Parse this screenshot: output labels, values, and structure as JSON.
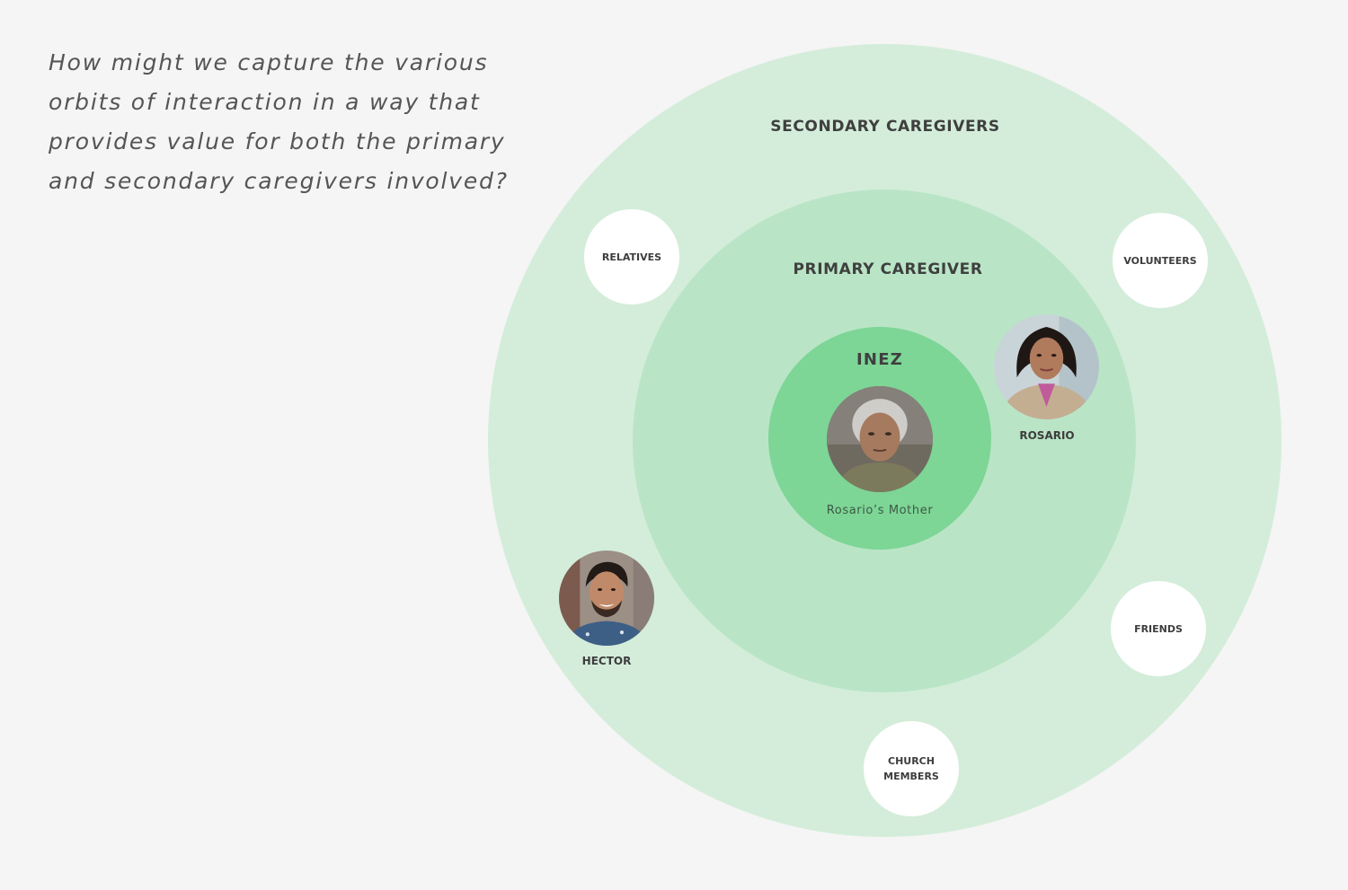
{
  "question": "How might we capture the various orbits of interaction in a way that provides value for both the primary and secondary caregivers involved?",
  "rings": {
    "secondary_title": "SECONDARY CAREGIVERS",
    "primary_title": "PRIMARY CAREGIVER",
    "center_title": "INEZ"
  },
  "center": {
    "subtitle": "Rosario’s Mother"
  },
  "people": {
    "rosario": "ROSARIO",
    "hector": "HECTOR"
  },
  "groups": {
    "relatives": "RELATIVES",
    "volunteers": "VOLUNTEERS",
    "friends": "FRIENDS",
    "church_members": "CHURCH\nMEMBERS"
  },
  "colors": {
    "background": "#f5f5f5",
    "outer_ring": "#d4edda",
    "middle_ring": "#b9e5c6",
    "inner_ring": "#7dd596",
    "bubble": "#ffffff"
  }
}
